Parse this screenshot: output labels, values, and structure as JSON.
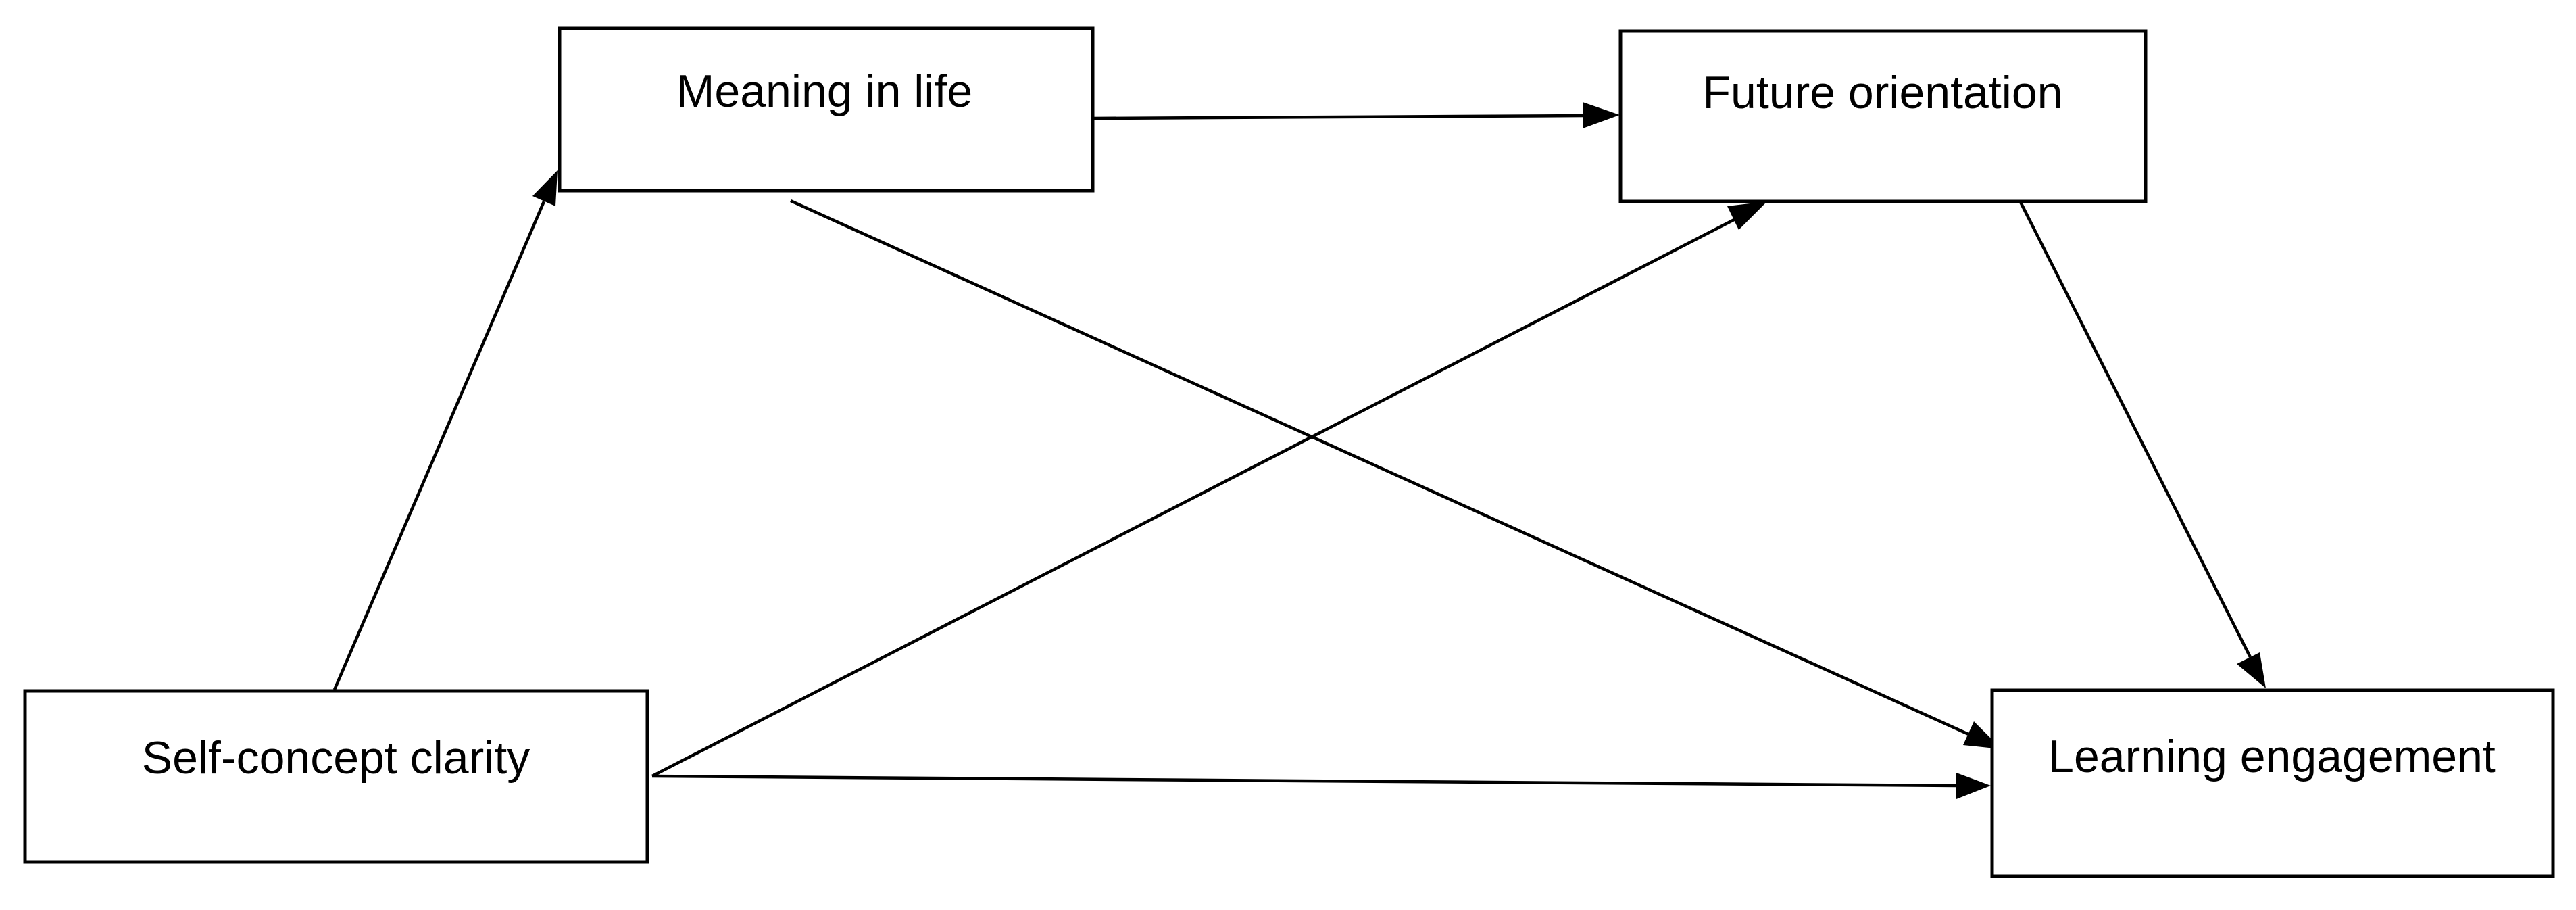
{
  "nodes": {
    "meaning_in_life": "Meaning in life",
    "future_orientation": "Future orientation",
    "self_concept_clarity": "Self-concept clarity",
    "learning_engagement": "Learning engagement"
  },
  "edges": [
    {
      "from": "self_concept_clarity",
      "to": "meaning_in_life"
    },
    {
      "from": "meaning_in_life",
      "to": "future_orientation"
    },
    {
      "from": "self_concept_clarity",
      "to": "future_orientation"
    },
    {
      "from": "meaning_in_life",
      "to": "learning_engagement"
    },
    {
      "from": "future_orientation",
      "to": "learning_engagement"
    },
    {
      "from": "self_concept_clarity",
      "to": "learning_engagement"
    }
  ]
}
